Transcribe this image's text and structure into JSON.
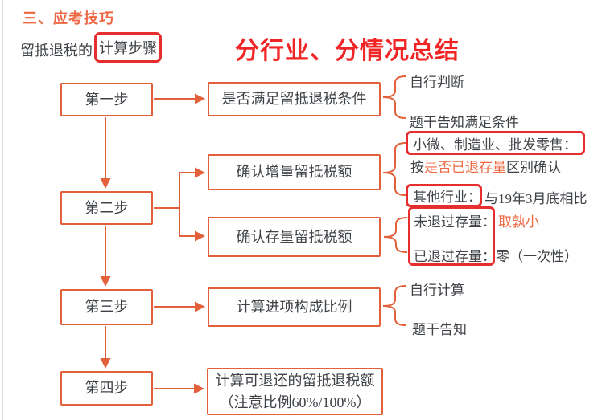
{
  "header": {
    "section_heading": "三、应考技巧",
    "subtitle_prefix": "留抵退税的",
    "subtitle_boxed_term": "计算步骤",
    "title": "分行业、分情况总结"
  },
  "colors": {
    "flow_stroke": "#e2603a",
    "annotation_red": "#e62e2e",
    "title_red": "#f12525",
    "heading_orange": "#ed6742",
    "highlight_orange": "#ed6a45",
    "body_text": "#3f4347"
  },
  "flow": {
    "step1": {
      "label": "第一步",
      "box": "是否满足留抵退税条件",
      "branch_top": "自行判断",
      "branch_bottom": "题干告知满足条件"
    },
    "step2": {
      "label": "第二步",
      "box_increment": "确认增量留抵税额",
      "box_stock": "确认存量留抵税额",
      "increment": {
        "boxed_industries": "小微、制造业、批发零售：",
        "line2_prefix": "按",
        "line2_highlight": "是否已退存量",
        "line2_suffix": "区别确认",
        "boxed_other": "其他行业：",
        "other_note": "与19年3月底相比"
      },
      "stock": {
        "not_refunded_label": "未退过存量：",
        "not_refunded_value": "取孰小",
        "refunded_label": "已退过存量：",
        "refunded_value": "零（一次性）"
      }
    },
    "step3": {
      "label": "第三步",
      "box": "计算进项构成比例",
      "branch_top": "自行计算",
      "branch_bottom": "题干告知"
    },
    "step4": {
      "label": "第四步",
      "box_line1": "计算可退还的留抵退税额",
      "box_line2": "（注意比例60%/100%）"
    }
  }
}
